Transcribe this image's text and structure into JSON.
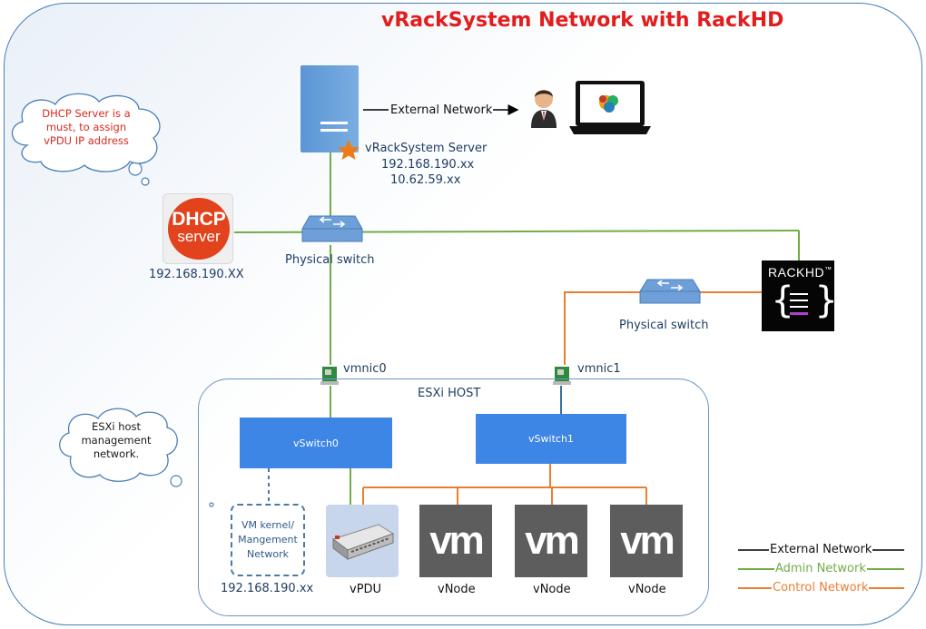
{
  "title": "vRackSystem Network with RackHD",
  "server": {
    "name": "vRackSystem Server",
    "ip1": "192.168.190.xx",
    "ip2": "10.62.59.xx"
  },
  "external_network_label": "External Network",
  "dhcp": {
    "logo_line1": "DHCP",
    "logo_line2": "server",
    "ip": "192.168.190.XX"
  },
  "cloud_dhcp": "DHCP Server is a must, to assign vPDU IP address",
  "cloud_esxi": "ESXi host management network.",
  "physical_switch_1": "Physical switch",
  "physical_switch_2": "Physical switch",
  "rackhd": {
    "logo": "RACKHD",
    "tm": "™"
  },
  "vmnic0": "vmnic0",
  "vmnic1": "vmnic1",
  "esxi_host": "ESXi HOST",
  "vswitch0": "vSwitch0",
  "vswitch1": "vSwitch1",
  "vm_kernel": "VM kernel/ Mangement Network",
  "vm_kernel_ip": "192.168.190.xx",
  "vpdu_label": "vPDU",
  "vnodes": [
    "vNode",
    "vNode",
    "vNode"
  ],
  "vm_logo": "vm",
  "legend": [
    {
      "label": "External Network",
      "color": "#000000"
    },
    {
      "label": "Admin Network",
      "color": "#70ad47"
    },
    {
      "label": "Control Network",
      "color": "#ed7d31"
    }
  ],
  "colors": {
    "admin": "#70ad47",
    "control": "#ed7d31",
    "external": "#000000",
    "title": "#e11d1d"
  }
}
